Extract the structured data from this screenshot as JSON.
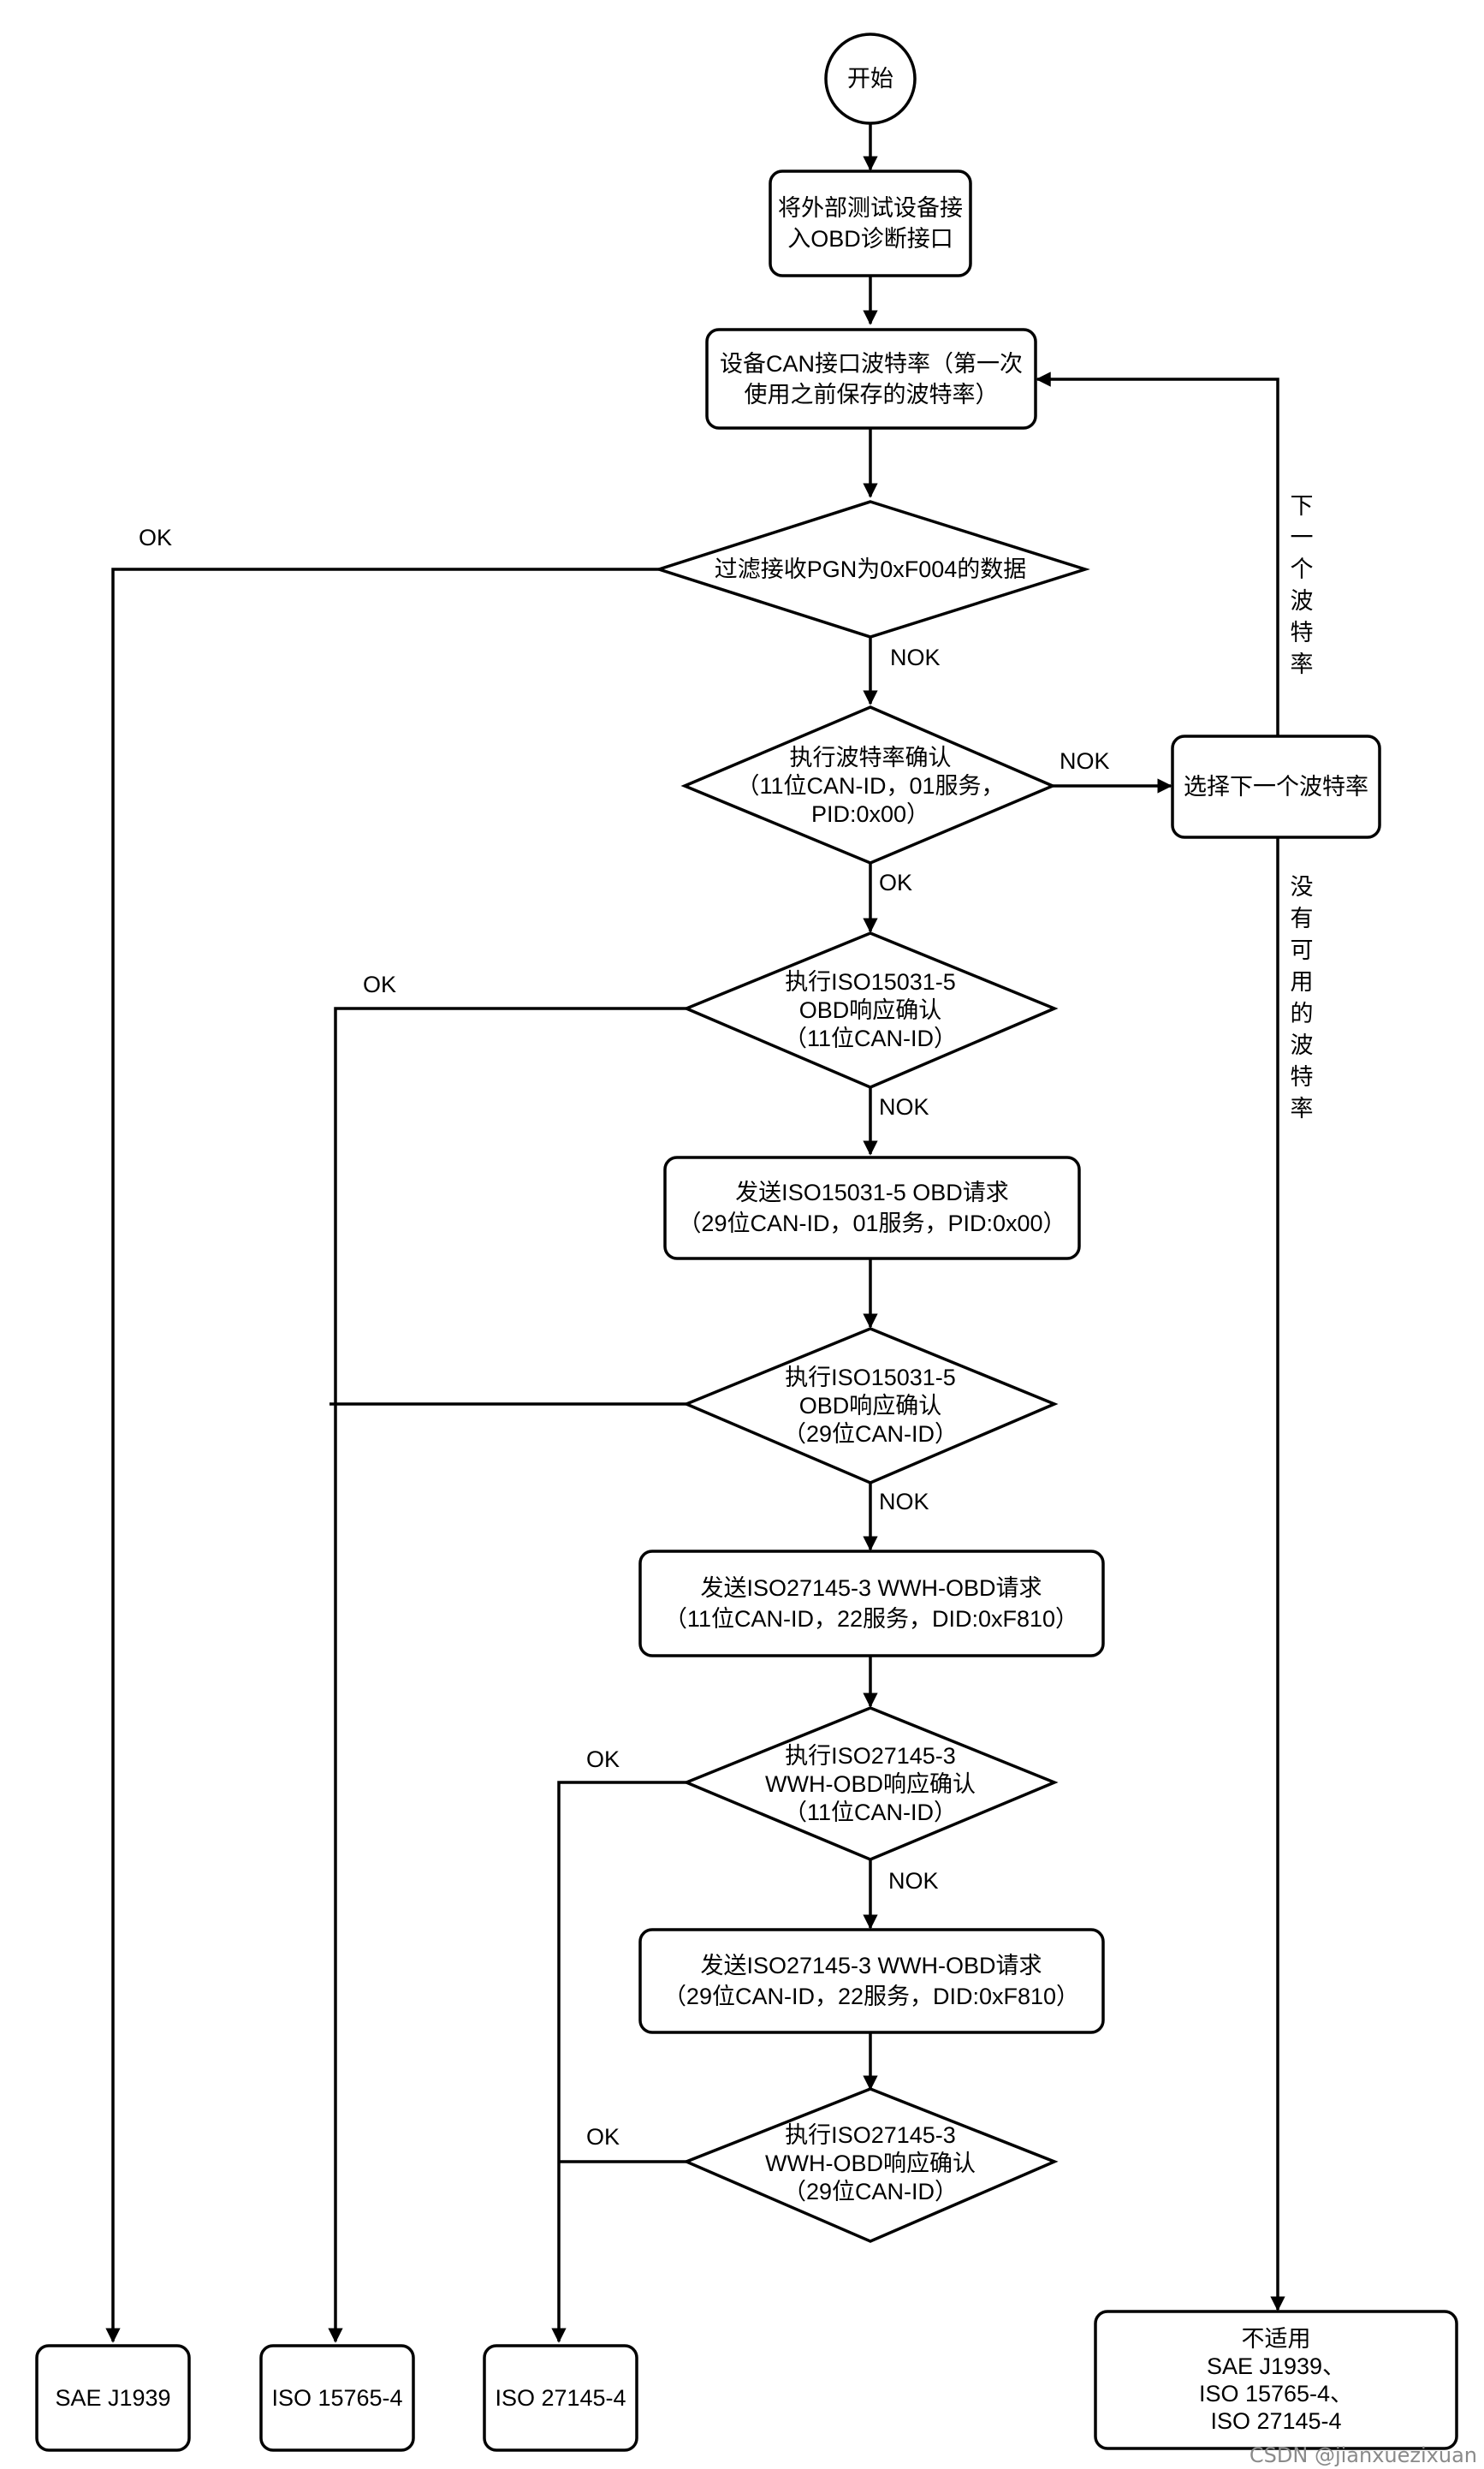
{
  "nodes": {
    "start": "开始",
    "connect": [
      "将外部测试设备接",
      "入OBD诊断接口"
    ],
    "set_baud": [
      "设备CAN接口波特率（第一次",
      "使用之前保存的波特率）"
    ],
    "filter_pgn": [
      "过滤接收PGN为0xF004的数据"
    ],
    "baud_confirm": [
      "执行波特率确认",
      "（11位CAN-ID，01服务，",
      "PID:0x00）"
    ],
    "select_next": [
      "选择下一个波特率"
    ],
    "iso15031_11": [
      "执行ISO15031-5",
      "OBD响应确认",
      "（11位CAN-ID）"
    ],
    "send_15031_29": [
      "发送ISO15031-5 OBD请求",
      "（29位CAN-ID，01服务，PID:0x00）"
    ],
    "iso15031_29": [
      "执行ISO15031-5",
      "OBD响应确认",
      "（29位CAN-ID）"
    ],
    "send_27145_11": [
      "发送ISO27145-3 WWH-OBD请求",
      "（11位CAN-ID，22服务，DID:0xF810）"
    ],
    "iso27145_11": [
      "执行ISO27145-3",
      "WWH-OBD响应确认",
      "（11位CAN-ID）"
    ],
    "send_27145_29": [
      "发送ISO27145-3 WWH-OBD请求",
      "（29位CAN-ID，22服务，DID:0xF810）"
    ],
    "iso27145_29": [
      "执行ISO27145-3",
      "WWH-OBD响应确认",
      "（29位CAN-ID）"
    ],
    "sae_j1939": [
      "SAE J1939"
    ],
    "iso_15765": [
      "ISO 15765-4"
    ],
    "iso_27145": [
      "ISO 27145-4"
    ],
    "not_applicable": [
      "不适用",
      "SAE J1939、",
      "ISO 15765-4、",
      "ISO 27145-4"
    ]
  },
  "labels": {
    "ok_filter": "OK",
    "nok_filter": "NOK",
    "nok_baud": "NOK",
    "ok_baud": "OK",
    "ok_15031_11": "OK",
    "nok_15031_11": "NOK",
    "nok_15031_29": "NOK",
    "ok_27145_11": "OK",
    "nok_27145_11": "NOK",
    "ok_27145_29": "OK",
    "next_baud_vertical": "下一个波特率",
    "no_baud_vertical": "没有可用的波特率"
  },
  "watermark": "CSDN @jianxuezixuan"
}
